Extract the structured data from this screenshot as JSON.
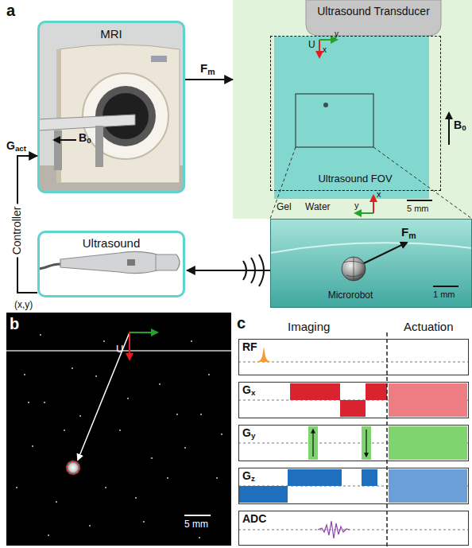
{
  "diagram": {
    "nodes": [
      {
        "text": [
          "MRI"
        ]
      },
      {
        "text": [
          "Ultrasound Transducer"
        ]
      },
      {
        "text": [
          "Ultrasound FOV"
        ],
        "in": 1
      },
      {
        "text": [
          "Microrobot"
        ],
        "in": 1
      },
      {
        "text": [
          "Ultrasound"
        ]
      },
      {
        "text": [
          "RF"
        ]
      },
      {
        "text": [
          "Gx"
        ]
      },
      {
        "text": [
          "Gy"
        ]
      },
      {
        "text": [
          "Gz"
        ]
      },
      {
        "text": [
          "ADC"
        ]
      }
    ],
    "edges": [
      {
        "from": 0,
        "to": 1,
        "arrow": "to",
        "label": "Fm"
      },
      {
        "from": 3,
        "to": 4,
        "arrow": "to"
      },
      {
        "from": 4,
        "to": 0,
        "arrow": "to",
        "label": "Controller"
      }
    ],
    "labels": [
      "a",
      "Gact",
      "B0",
      "U",
      "x",
      "y",
      "B0",
      "Gel",
      "Water",
      "y",
      "x",
      "5 mm",
      "Fm",
      "1 mm",
      "(x,y)",
      "b",
      "U",
      "5 mm",
      "c",
      "Imaging",
      "Actuation"
    ]
  }
}
